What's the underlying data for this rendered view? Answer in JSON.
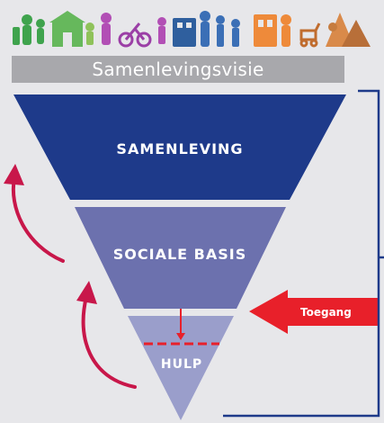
{
  "title": "Samenlevingsvisie",
  "levels": [
    {
      "label": "SAMENLEVING",
      "color": "#1e3a8a"
    },
    {
      "label": "SOCIALE BASIS",
      "color": "#6c71ae"
    },
    {
      "label": "HULP",
      "color": "#9a9ecb"
    }
  ],
  "access_arrow": {
    "label": "Toegang",
    "color": "#e8202a"
  },
  "return_arrow_color": "#c8174a",
  "bracket_color": "#1e3a8a",
  "banner_icons": [
    "family-icon",
    "school-icon",
    "child-icon",
    "cyclist-icon",
    "elderly-icon",
    "office-icon",
    "workers-icon",
    "house-icon",
    "stroller-icon",
    "nature-icon"
  ]
}
